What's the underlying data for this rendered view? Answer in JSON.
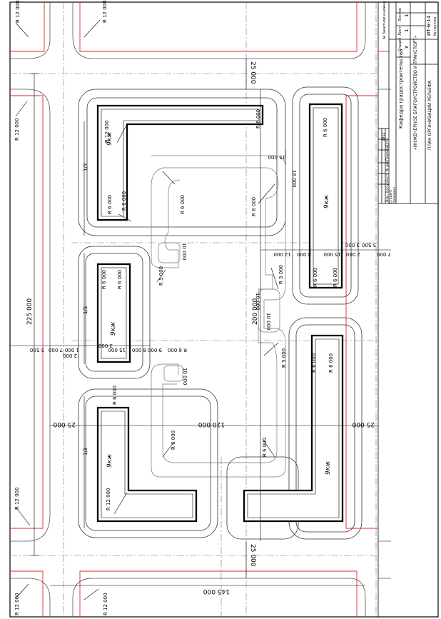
{
  "title_block": {
    "department": "Кафедра градостроительства",
    "discipline": "«ИНЖЕНЕРНОЕ БЛАГОУСТРОЙСТВО И ТРАНСПОРТ»",
    "sheet_title": "ПЛАН ОРГАНИЗАЦИИ РЕЛЬЕФА",
    "code": "ИТ-Б-14",
    "code_note": "№ группы",
    "stage_header": "Стадия",
    "sheet_header": "Лист",
    "sheets_header": "Листов",
    "stage": "У",
    "sheet_no": "1",
    "sheets_total": "1",
    "gradebook": "№ Зачетной книжки",
    "header_cells": [
      "Изм.",
      "Кол.уч",
      "Лист",
      "№ док.",
      "Подпись",
      "Дата"
    ],
    "role_student": "Студент",
    "role_checked": "Проверил",
    "year": "2012"
  },
  "labels": {
    "building": "9кж"
  },
  "dimensions": {
    "total_height": "225 000",
    "inner_height": "200 000",
    "top_street": "25 000",
    "bottom_street": "25 000",
    "left_street": "25 000",
    "right_street": "25 000",
    "inner_width": "120 000",
    "total_width": "145 000"
  },
  "radii": {
    "r12": "R 12 000",
    "r6": "R 6 000",
    "r5": "R 5 000"
  },
  "small_dims": {
    "d10": "10 000",
    "d15": "15 000",
    "d12": "12 000",
    "d8": "8 000",
    "d3": "3 000",
    "d2": "2 000",
    "d7": "7 000",
    "d55": "5 500",
    "d16": "16 000",
    "d9": "9 000",
    "d1": "1 000",
    "d13": "1/3"
  }
}
